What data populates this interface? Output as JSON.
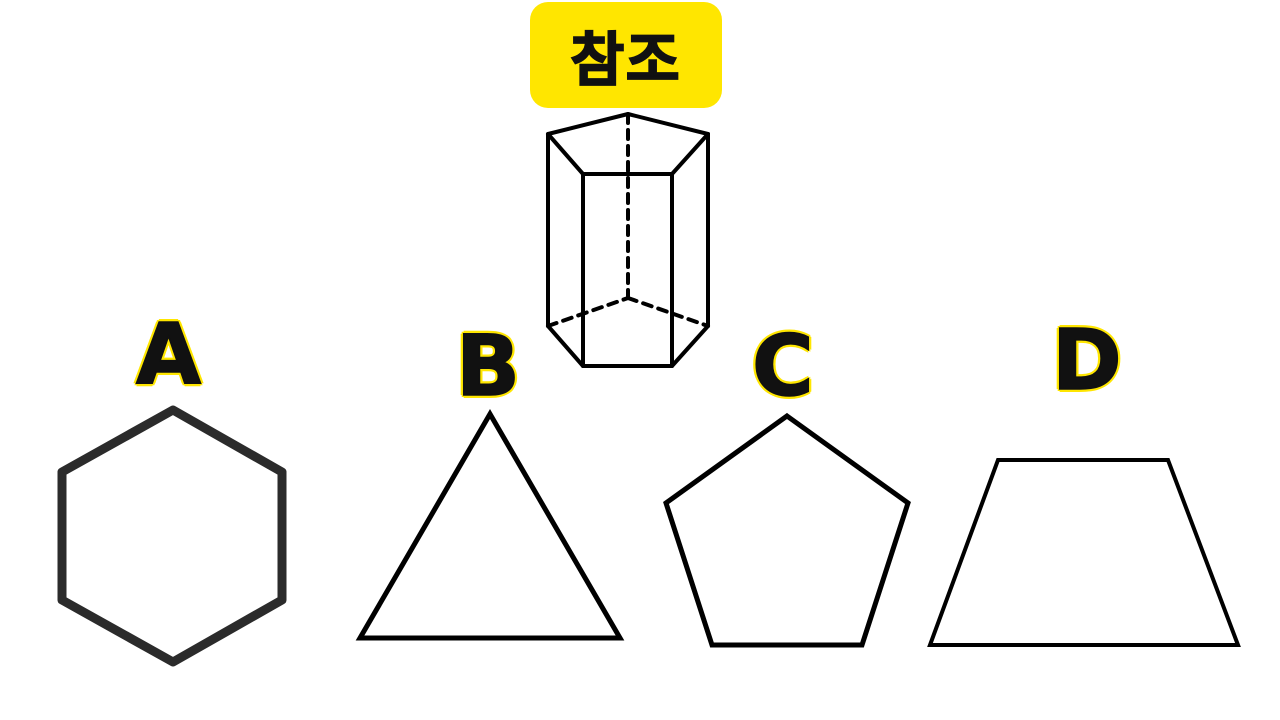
{
  "reference": {
    "label": "참조",
    "badge_color": "#ffe600"
  },
  "reference_shape": "pentagonal-prism",
  "options": [
    {
      "label": "A",
      "shape": "hexagon"
    },
    {
      "label": "B",
      "shape": "triangle"
    },
    {
      "label": "C",
      "shape": "pentagon"
    },
    {
      "label": "D",
      "shape": "trapezoid"
    }
  ],
  "colors": {
    "label_outline": "#ffe600",
    "stroke": "#000000",
    "hexagon_stroke": "#2b2b2b"
  }
}
